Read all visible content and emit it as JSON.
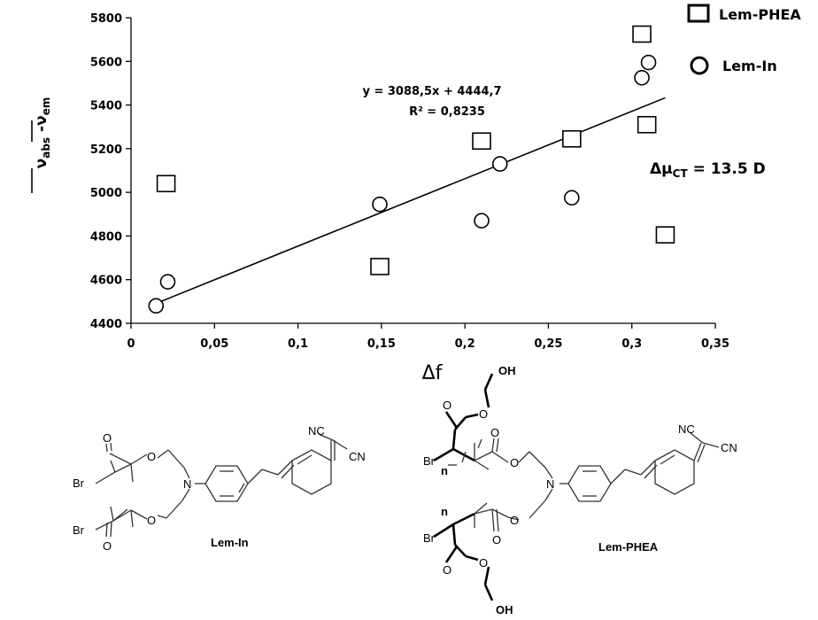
{
  "chart_data": {
    "type": "scatter",
    "title": "",
    "xlabel": "Δf",
    "ylabel": {
      "nu_abs_sub": "abs",
      "nu_em_sub": "em"
    },
    "xlim": [
      0,
      0.35
    ],
    "ylim": [
      4400,
      5800
    ],
    "x_ticks": [
      0,
      0.05,
      0.1,
      0.15,
      0.2,
      0.25,
      0.3,
      0.35
    ],
    "x_tick_labels": [
      "0",
      "0,05",
      "0,1",
      "0,15",
      "0,2",
      "0,25",
      "0,3",
      "0,35"
    ],
    "y_ticks": [
      4400,
      4600,
      4800,
      5000,
      5200,
      5400,
      5600,
      5800
    ],
    "y_tick_labels": [
      "4400",
      "4600",
      "4800",
      "5000",
      "5200",
      "5400",
      "5600",
      "5800"
    ],
    "legend_position": "top-right",
    "series": [
      {
        "name": "Lem-PHEA",
        "marker": "square",
        "x": [
          0.021,
          0.149,
          0.21,
          0.264,
          0.306,
          0.309,
          0.32
        ],
        "y": [
          5040,
          4660,
          5235,
          5245,
          5725,
          5310,
          4805
        ]
      },
      {
        "name": "Lem-In",
        "marker": "circle",
        "x": [
          0.015,
          0.022,
          0.149,
          0.21,
          0.221,
          0.264,
          0.306,
          0.31
        ],
        "y": [
          4480,
          4590,
          4945,
          4870,
          5130,
          4975,
          5525,
          5595
        ]
      }
    ],
    "fit": {
      "slope": 3088.5,
      "intercept": 4444.7,
      "x_range": [
        0.015,
        0.32
      ],
      "equation": "y = 3088,5x + 4444,7",
      "r2_label": "R² = 0,8235"
    },
    "annotations": {
      "dipole_prefix": "Δμ",
      "dipole_sub": "CT",
      "dipole_value": " = 13.5 D"
    }
  },
  "structures": {
    "left_name": "Lem-In",
    "right_name": "Lem-PHEA",
    "atoms": {
      "br": "Br",
      "n": "N",
      "o": "O",
      "nc": "NC",
      "cn": "CN",
      "oh": "OH",
      "n_sub": "n"
    }
  }
}
